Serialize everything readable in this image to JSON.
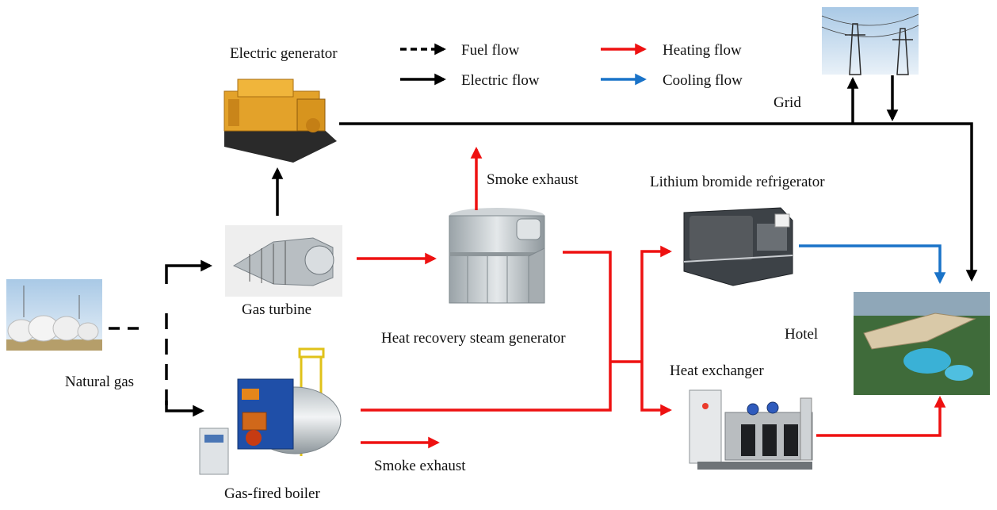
{
  "legend": {
    "fuel_flow": "Fuel flow",
    "electric_flow": "Electric flow",
    "heating_flow": "Heating flow",
    "cooling_flow": "Cooling flow"
  },
  "components": {
    "electric_generator": "Electric generator",
    "gas_turbine": "Gas turbine",
    "natural_gas": "Natural gas",
    "gas_fired_boiler": "Gas-fired boiler",
    "hrsg": "Heat recovery steam generator",
    "smoke_exhaust_top": "Smoke exhaust",
    "smoke_exhaust_bottom": "Smoke exhaust",
    "lithium_bromide_refrigerator": "Lithium bromide refrigerator",
    "heat_exchanger": "Heat exchanger",
    "grid": "Grid",
    "hotel": "Hotel"
  },
  "colors": {
    "fuel": "#000000",
    "electric": "#000000",
    "heating": "#ee1111",
    "cooling": "#1a73c8"
  }
}
